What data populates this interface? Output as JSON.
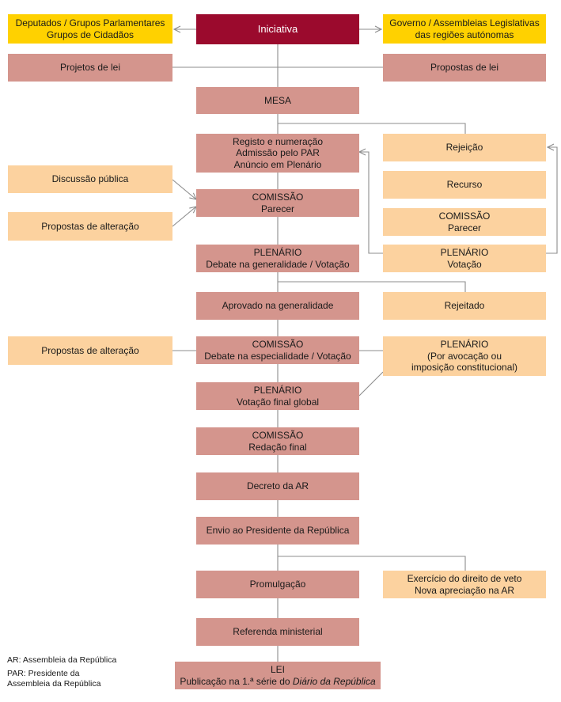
{
  "boxes": {
    "deputados": [
      "Deputados / Grupos Parlamentares",
      "Grupos de Cidadãos"
    ],
    "iniciativa": [
      "Iniciativa"
    ],
    "governo": [
      "Governo / Assembleias Legislativas",
      "das regiões autónomas"
    ],
    "projetos": [
      "Projetos de lei"
    ],
    "propostas_lei": [
      "Propostas de lei"
    ],
    "mesa": [
      "MESA"
    ],
    "registo": [
      "Registo e numeração",
      "Admissão pelo PAR",
      "Anúncio em Plenário"
    ],
    "rejeicao": [
      "Rejeição"
    ],
    "discussao": [
      "Discussão pública"
    ],
    "recurso": [
      "Recurso"
    ],
    "comissao_parecer": [
      "COMISSÃO",
      "Parecer"
    ],
    "comissao_parecer_2": [
      "COMISSÃO",
      "Parecer"
    ],
    "propostas_alt_1": [
      "Propostas de alteração"
    ],
    "plenario_generalidade": [
      "PLENÁRIO",
      "Debate na generalidade / Votação"
    ],
    "plenario_votacao": [
      "PLENÁRIO",
      "Votação"
    ],
    "aprovado": [
      "Aprovado na generalidade"
    ],
    "rejeitado": [
      "Rejeitado"
    ],
    "propostas_alt_2": [
      "Propostas de alteração"
    ],
    "comissao_especialidade": [
      "COMISSÃO",
      "Debate na especialidade / Votação"
    ],
    "plenario_avocacao": [
      "PLENÁRIO",
      "(Por avocação ou",
      "imposição constitucional)"
    ],
    "plenario_final": [
      "PLENÁRIO",
      "Votação final global"
    ],
    "comissao_redacao": [
      "COMISSÃO",
      "Redação final"
    ],
    "decreto": [
      "Decreto da AR"
    ],
    "envio": [
      "Envio ao Presidente da República"
    ],
    "promulgacao": [
      "Promulgação"
    ],
    "veto": [
      "Exercício do direito de veto",
      "Nova apreciação na AR"
    ],
    "referenda": [
      "Referenda ministerial"
    ]
  },
  "lei": {
    "title": "LEI",
    "publicacao_prefix": "Publicação na 1.ª série do ",
    "publicacao_italic": "Diário da República"
  },
  "notes": {
    "ar": "AR: Assembleia da República",
    "par_line1": "PAR: Presidente da",
    "par_line2": "Assembleia da República"
  },
  "colors": {
    "dark_red": "#9b0a2d",
    "yellow": "#ffd100",
    "salmon": "#d4958d",
    "peach": "#fcd29f",
    "line": "#8c8c8c"
  }
}
